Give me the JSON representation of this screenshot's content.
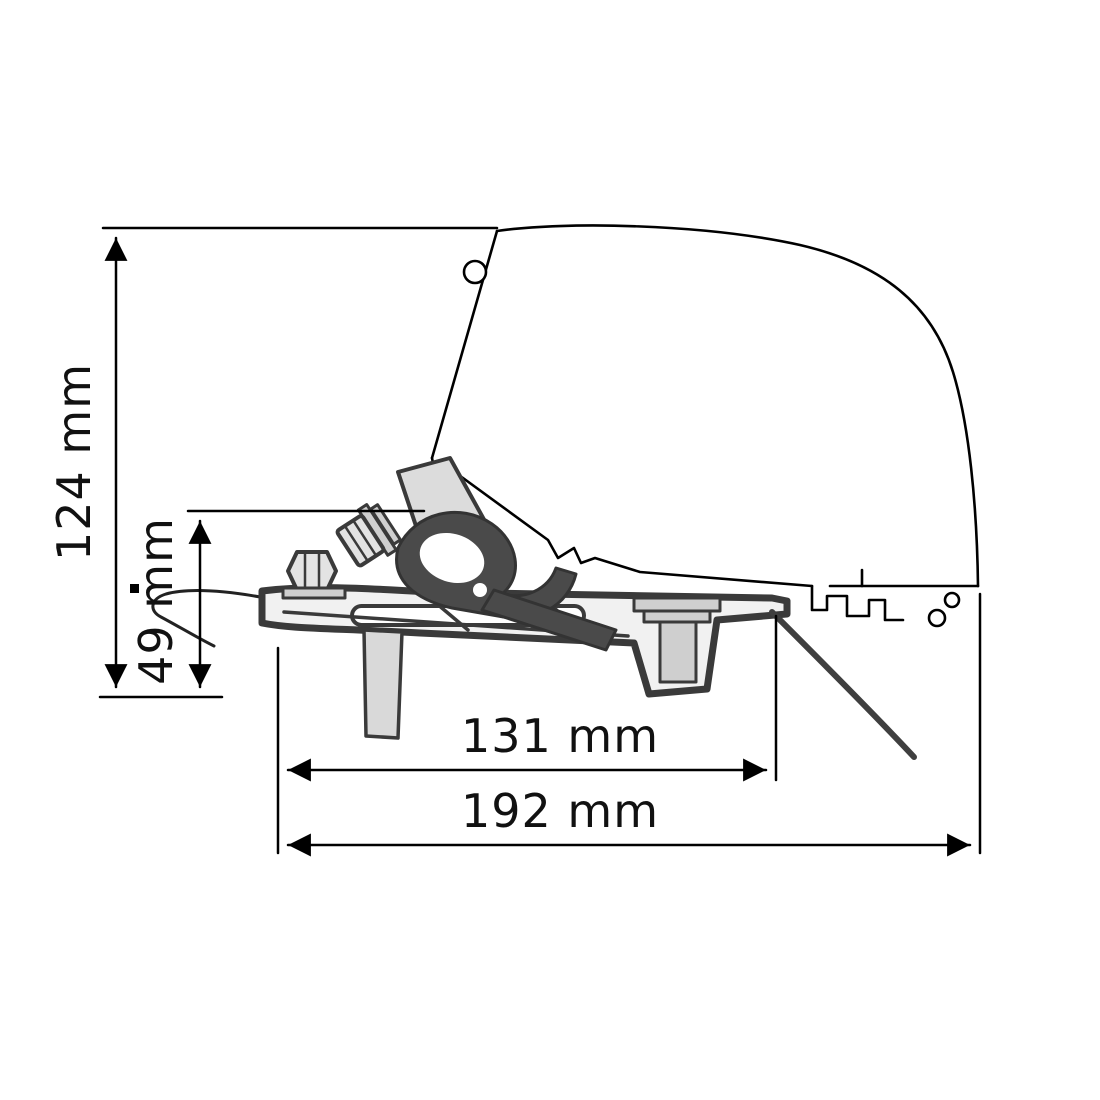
{
  "diagram": {
    "kind": "technical-dimension-drawing",
    "subject": "awning-roof-adapter-bracket-side-view",
    "background_color": "#ffffff",
    "outline_color": "#000000",
    "bracket_color": "#3a3a3a",
    "light_fill_color": "#d9d9d9",
    "dimensions": {
      "overall_height": "124 mm",
      "bracket_height": "49 mm",
      "inner_width": "131 mm",
      "overall_width": "192 mm"
    }
  }
}
